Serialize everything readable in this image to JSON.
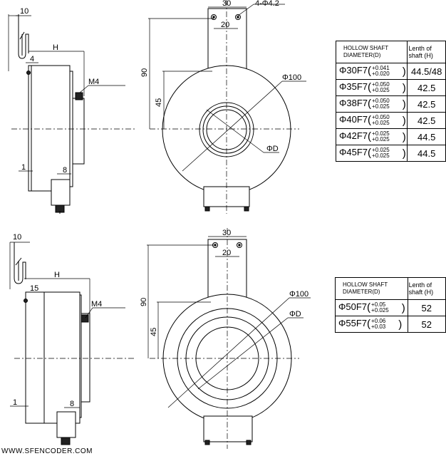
{
  "top_drawing": {
    "dim_10": "10",
    "dim_H": "H",
    "dim_4": "4",
    "dim_M4": "M4",
    "dim_1": "1",
    "dim_8": "8",
    "dim_90": "90",
    "dim_45": "45",
    "dim_30": "30",
    "dim_20": "20",
    "dim_holes": "4-Φ4.2",
    "dim_phi100": "Φ100",
    "dim_phiD": "ΦD"
  },
  "bottom_drawing": {
    "dim_10": "10",
    "dim_H": "H",
    "dim_15": "15",
    "dim_M4": "M4",
    "dim_1": "1",
    "dim_8": "8",
    "dim_90": "90",
    "dim_45": "45",
    "dim_30": "30",
    "dim_20": "20",
    "dim_phi100": "Φ100",
    "dim_phiD": "ΦD"
  },
  "table_top": {
    "header_diameter": "HOLLOW SHAFT DIAMETER(D)",
    "header_length": "Lenth of shaft (H)",
    "rows": [
      {
        "diameter": "Φ30F7",
        "upper": "+0.041",
        "lower": "+0.020",
        "length": "44.5/48"
      },
      {
        "diameter": "Φ35F7",
        "upper": "+0.050",
        "lower": "+0.025",
        "length": "42.5"
      },
      {
        "diameter": "Φ38F7",
        "upper": "+0.050",
        "lower": "+0.025",
        "length": "42.5"
      },
      {
        "diameter": "Φ40F7",
        "upper": "+0.050",
        "lower": "+0.025",
        "length": "42.5"
      },
      {
        "diameter": "Φ42F7",
        "upper": "+0.025",
        "lower": "+0.025",
        "length": "44.5"
      },
      {
        "diameter": "Φ45F7",
        "upper": "+0.025",
        "lower": "+0.025",
        "length": "44.5"
      }
    ]
  },
  "table_bottom": {
    "header_diameter": "HOLLOW SHAFT DIAMETER(D)",
    "header_length": "Lenth of shaft (H)",
    "rows": [
      {
        "diameter": "Φ50F7",
        "upper": "+0.05",
        "lower": "+0.025",
        "length": "52"
      },
      {
        "diameter": "Φ55F7",
        "upper": "+0.06",
        "lower": "+0.03",
        "length": "52"
      }
    ]
  },
  "watermark": "WWW.SFENCODER.COM"
}
